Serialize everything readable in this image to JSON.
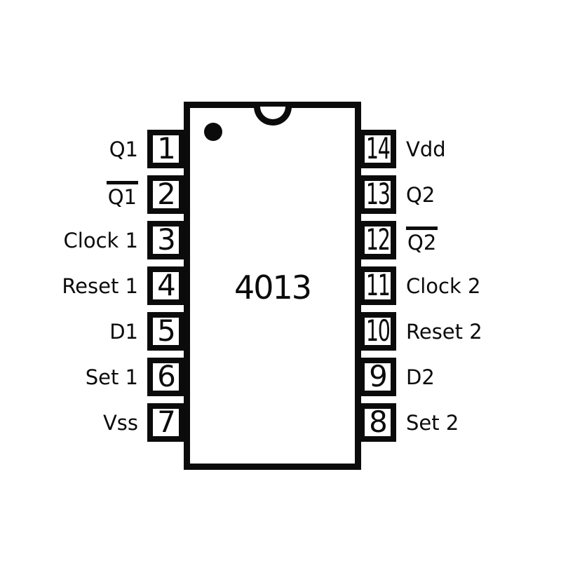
{
  "diagram": {
    "type": "ic-pinout",
    "part_number": "4013",
    "package_pins": 14,
    "colors": {
      "ink": "#0b0b0b",
      "background": "#ffffff"
    },
    "orientation": {
      "notch": "top-center",
      "pin1_dot": "top-left"
    }
  },
  "pins": {
    "left": [
      {
        "number": "1",
        "label": "Q1",
        "overline": false
      },
      {
        "number": "2",
        "label": "Q1",
        "overline": true
      },
      {
        "number": "3",
        "label": "Clock 1",
        "overline": false
      },
      {
        "number": "4",
        "label": "Reset 1",
        "overline": false
      },
      {
        "number": "5",
        "label": "D1",
        "overline": false
      },
      {
        "number": "6",
        "label": "Set 1",
        "overline": false
      },
      {
        "number": "7",
        "label": "Vss",
        "overline": false
      }
    ],
    "right": [
      {
        "number": "14",
        "label": "Vdd",
        "overline": false
      },
      {
        "number": "13",
        "label": "Q2",
        "overline": false
      },
      {
        "number": "12",
        "label": "Q2",
        "overline": true
      },
      {
        "number": "11",
        "label": "Clock 2",
        "overline": false
      },
      {
        "number": "10",
        "label": "Reset 2",
        "overline": false
      },
      {
        "number": "9",
        "label": "D2",
        "overline": false
      },
      {
        "number": "8",
        "label": "Set 2",
        "overline": false
      }
    ]
  }
}
